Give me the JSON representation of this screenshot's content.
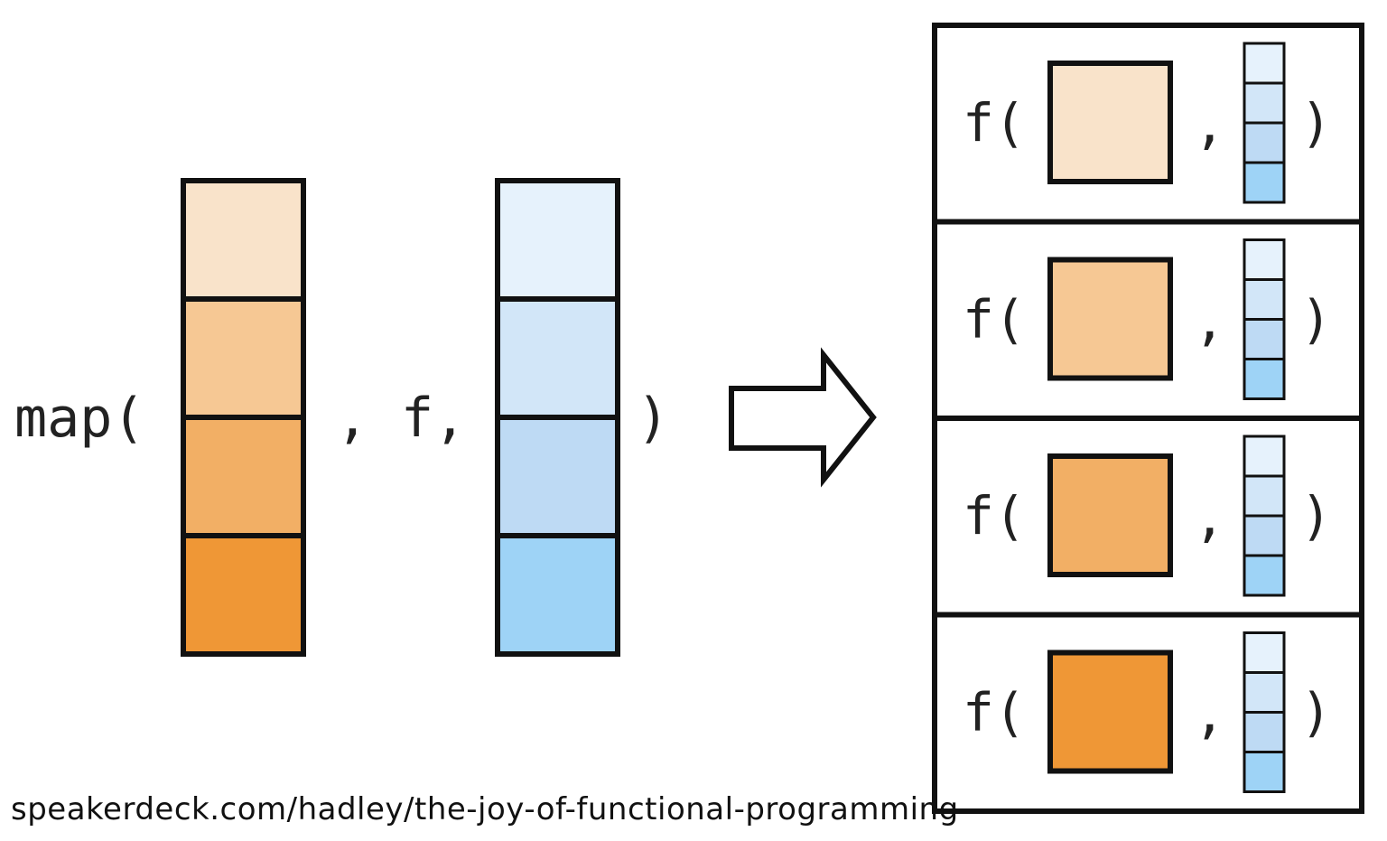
{
  "expression": {
    "map_open": "map(",
    "comma": ",",
    "f_arg": "f,",
    "close_paren": ")"
  },
  "colors": {
    "orange": [
      "#f9e3ca",
      "#f6c894",
      "#f2af65",
      "#ef9736"
    ],
    "blue": [
      "#e6f2fc",
      "#d2e6f8",
      "#bedaf4",
      "#9ed3f6"
    ],
    "stroke": "#111111"
  },
  "results": [
    {
      "func": "f(",
      "comma": ",",
      "close": ")"
    },
    {
      "func": "f(",
      "comma": ",",
      "close": ")"
    },
    {
      "func": "f(",
      "comma": ",",
      "close": ")"
    },
    {
      "func": "f(",
      "comma": ",",
      "close": ")"
    }
  ],
  "icons": {
    "arrow": "right-arrow-icon"
  },
  "source": "speakerdeck.com/hadley/the-joy-of-functional-programming"
}
